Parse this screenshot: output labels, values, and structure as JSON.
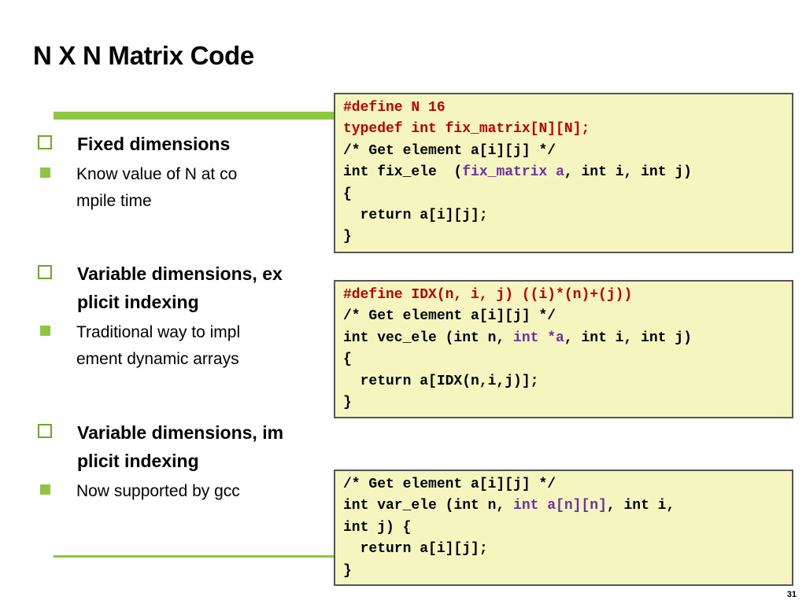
{
  "slide": {
    "title": "N X N Matrix Code",
    "page_number": "31"
  },
  "bullets": [
    {
      "label_l1": "Fixed dimensions",
      "label_l2": "",
      "sub_l1": "Know value of N at co",
      "sub_l2": "mpile time"
    },
    {
      "label_l1": "Variable dimensions, ex",
      "label_l2": "plicit indexing",
      "sub_l1": "Traditional way to impl",
      "sub_l2": "ement dynamic arrays"
    },
    {
      "label_l1": "Variable dimensions, im",
      "label_l2": "plicit indexing",
      "sub_l1": "Now supported by gcc",
      "sub_l2": ""
    }
  ],
  "code1": {
    "l1": "#define N 16",
    "l2": "typedef int fix_matrix[N][N];",
    "l3": "/* Get element a[i][j] */",
    "l4a": "int fix_ele  (",
    "l4b": "fix_matrix",
    "l4c": " ",
    "l4d": "a",
    "l4e": ", int i, int j)",
    "l5": "{",
    "l6": "  return a[i][j];",
    "l7": "}"
  },
  "code2": {
    "l1": "#define IDX(n, i, j) ((i)*(n)+(j))",
    "l2": "/* Get element a[i][j] */",
    "l3a": "int vec_ele (int n, ",
    "l3b": "int *a",
    "l3c": ", int i, int j)",
    "l4": "{",
    "l5": "  return a[IDX(n,i,j)];",
    "l6": "}"
  },
  "code3": {
    "l1": "/* Get element a[i][j] */",
    "l2a": "int var_ele (int n, ",
    "l2b": "int a[n][n]",
    "l2c": ", int i,",
    "l3": "int j) {",
    "l4": "  return a[i][j];",
    "l5": "}"
  },
  "colors": {
    "accent_green": "#8dc63f",
    "code_bg": "#f5f5c0",
    "keyword_red": "#c00000",
    "param_purple": "#7030a0"
  }
}
